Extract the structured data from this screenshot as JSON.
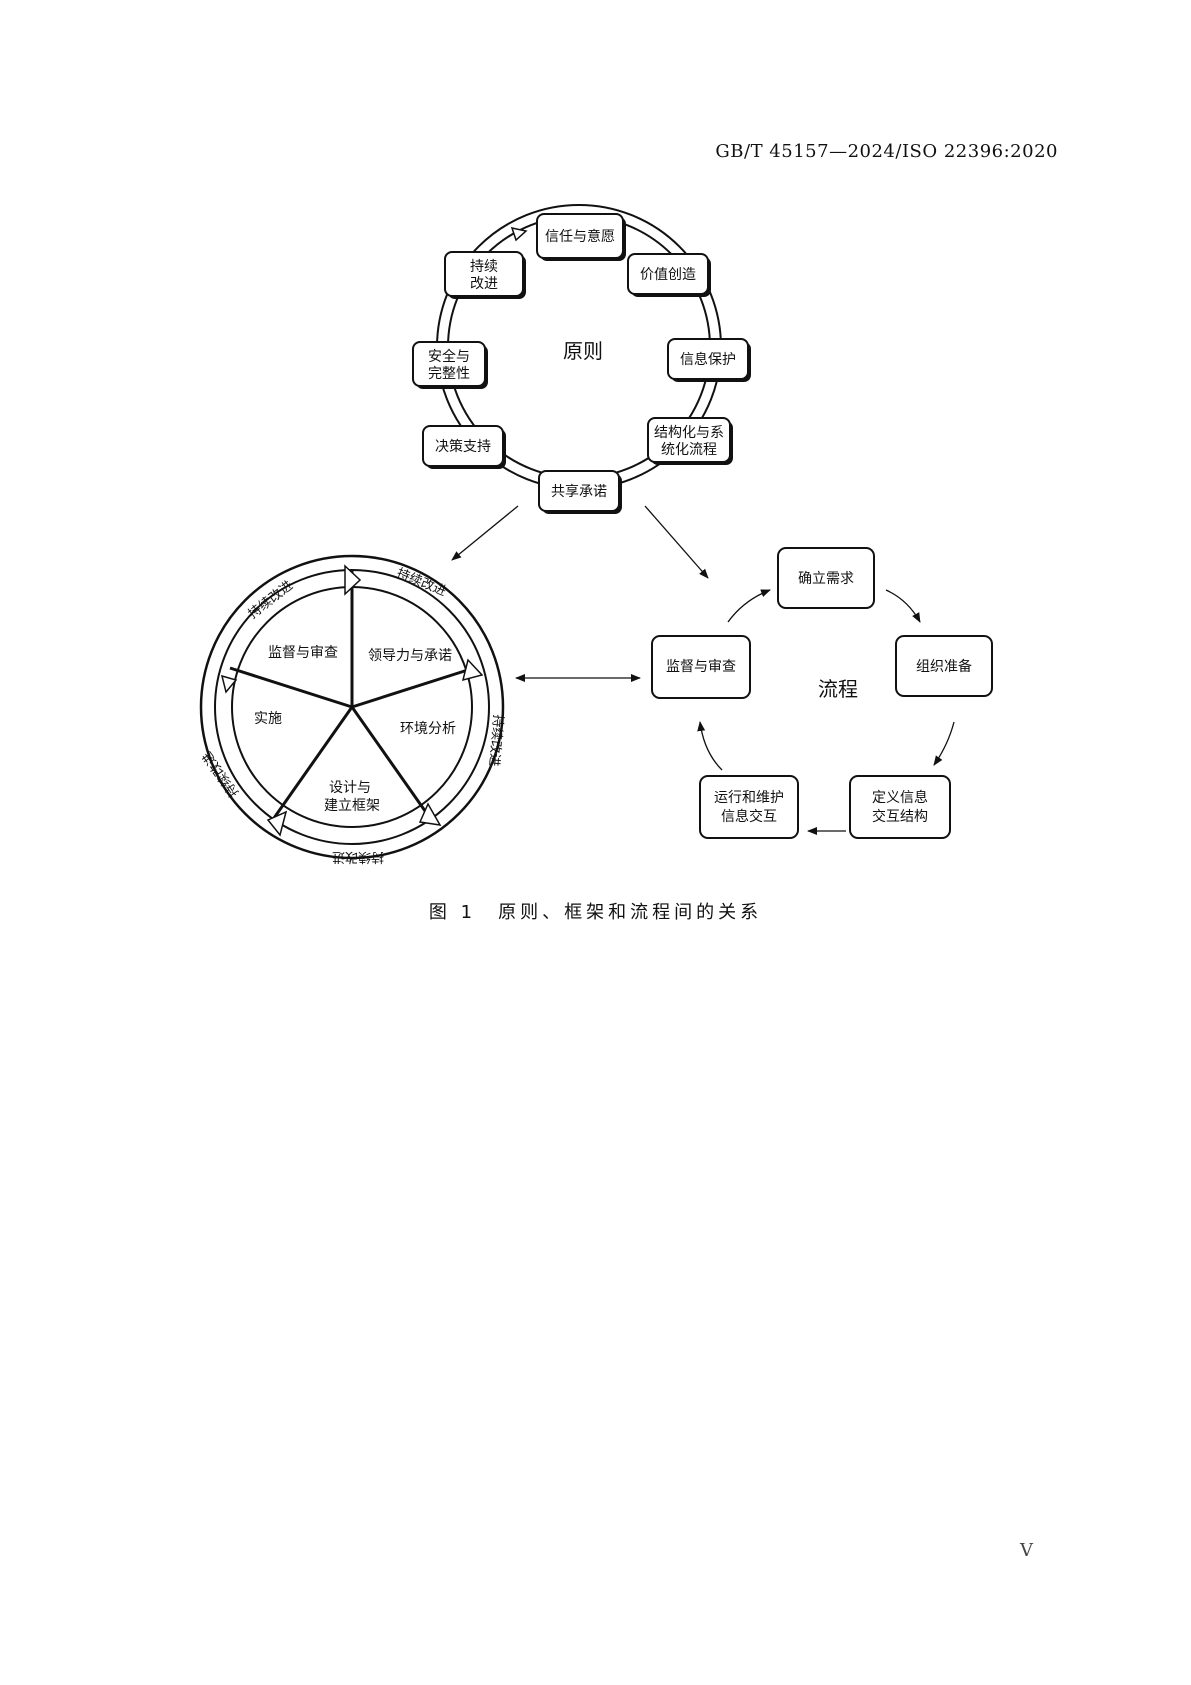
{
  "header": {
    "standard": "GB/T 45157—2024/ISO 22396:2020"
  },
  "principles": {
    "title": "原则",
    "items": [
      "信任与意愿",
      "价值创造",
      "信息保护",
      "结构化与系统化流程",
      "共享承诺",
      "决策支持",
      "安全与完整性",
      "持续改进"
    ]
  },
  "framework": {
    "segments": [
      "领导力与承诺",
      "环境分析",
      "设计与建立框架",
      "实施",
      "监督与审查"
    ],
    "ring_label": "持续改进"
  },
  "process": {
    "title": "流程",
    "steps": [
      "确立需求",
      "组织准备",
      "定义信息交互结构",
      "运行和维护信息交互",
      "监督与审查"
    ]
  },
  "caption": "图 1　原则、框架和流程间的关系",
  "page_number": "V"
}
